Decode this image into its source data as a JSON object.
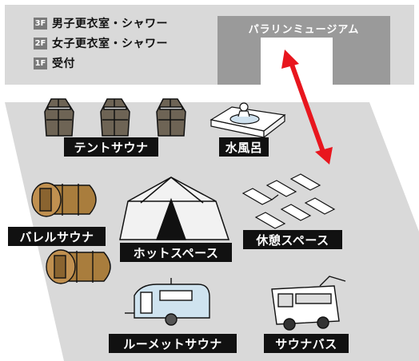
{
  "floors": [
    {
      "badge": "3F",
      "label": "男子更衣室・シャワー"
    },
    {
      "badge": "2F",
      "label": "女子更衣室・シャワー"
    },
    {
      "badge": "1F",
      "label": "受付"
    }
  ],
  "museum": {
    "title": "パラリンミュージアム"
  },
  "areas": {
    "tent_sauna": "テントサウナ",
    "cold_bath": "水風呂",
    "barrel_sauna": "バレルサウナ",
    "hot_space": "ホットスペース",
    "rest_space": "休憩スペース",
    "rumet_sauna": "ルーメットサウナ",
    "sauna_bus": "サウナバス"
  },
  "colors": {
    "arrow": "#e8161e",
    "ground": "#d9d9d9",
    "museum": "#9a9a9a",
    "label_bg": "#111111"
  }
}
